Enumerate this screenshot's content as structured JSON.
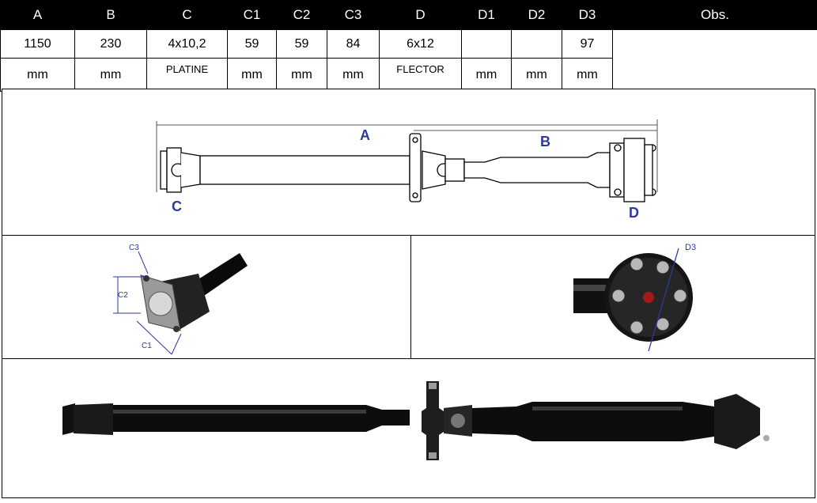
{
  "table": {
    "headers": [
      "A",
      "B",
      "C",
      "C1",
      "C2",
      "C3",
      "D",
      "D1",
      "D2",
      "D3",
      "Obs."
    ],
    "values": [
      "1150",
      "230",
      "4x10,2",
      "59",
      "59",
      "84",
      "6x12",
      "",
      "",
      "97",
      ""
    ],
    "units": [
      "mm",
      "mm",
      "PLATINE",
      "mm",
      "mm",
      "mm",
      "FLECTOR",
      "mm",
      "mm",
      "mm",
      ""
    ]
  },
  "diagram": {
    "label_a": "A",
    "label_b": "B",
    "label_c": "C",
    "label_d": "D"
  },
  "flange_detail": {
    "label_c1": "C1",
    "label_c2": "C2",
    "label_c3": "C3"
  },
  "flector_detail": {
    "label_d3": "D3"
  },
  "colors": {
    "header_bg": "#000000",
    "dimension_label": "#2d3a9a",
    "shaft": "#0a0a0a"
  }
}
